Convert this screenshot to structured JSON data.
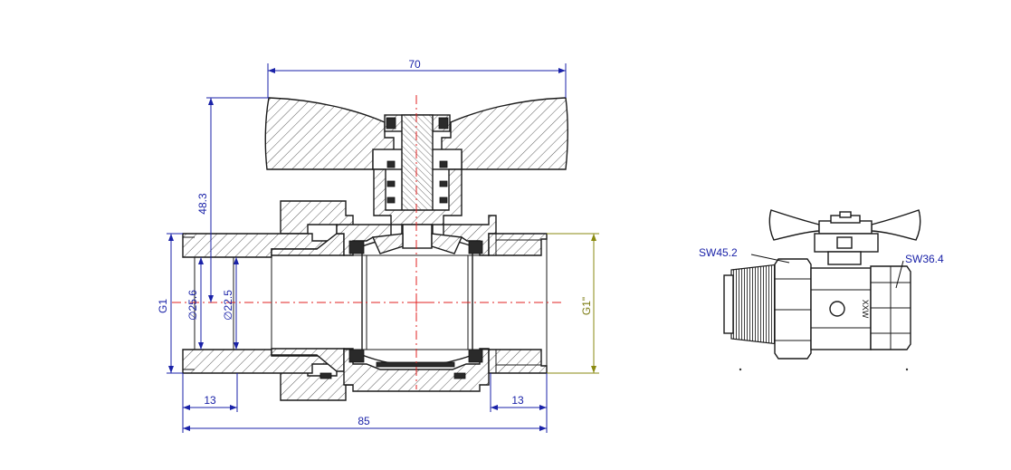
{
  "drawing": {
    "dimensions": {
      "width_70": "70",
      "height_48_3": "48.3",
      "thread_g1": "G1",
      "dia_25_6": "∅25.6",
      "dia_22_5": "∅22.5",
      "thread_g1_inch": "G1\"",
      "len_13_left": "13",
      "len_13_right": "13",
      "len_85": "85"
    },
    "side_view": {
      "sw_left": "SW45.2",
      "sw_right": "SW36.4",
      "marking": "XXW"
    },
    "colors": {
      "dimension": "#1a22a8",
      "thread_dimension": "#8a8a10",
      "centerline": "#e02020",
      "outline": "#1a1a1a"
    }
  }
}
